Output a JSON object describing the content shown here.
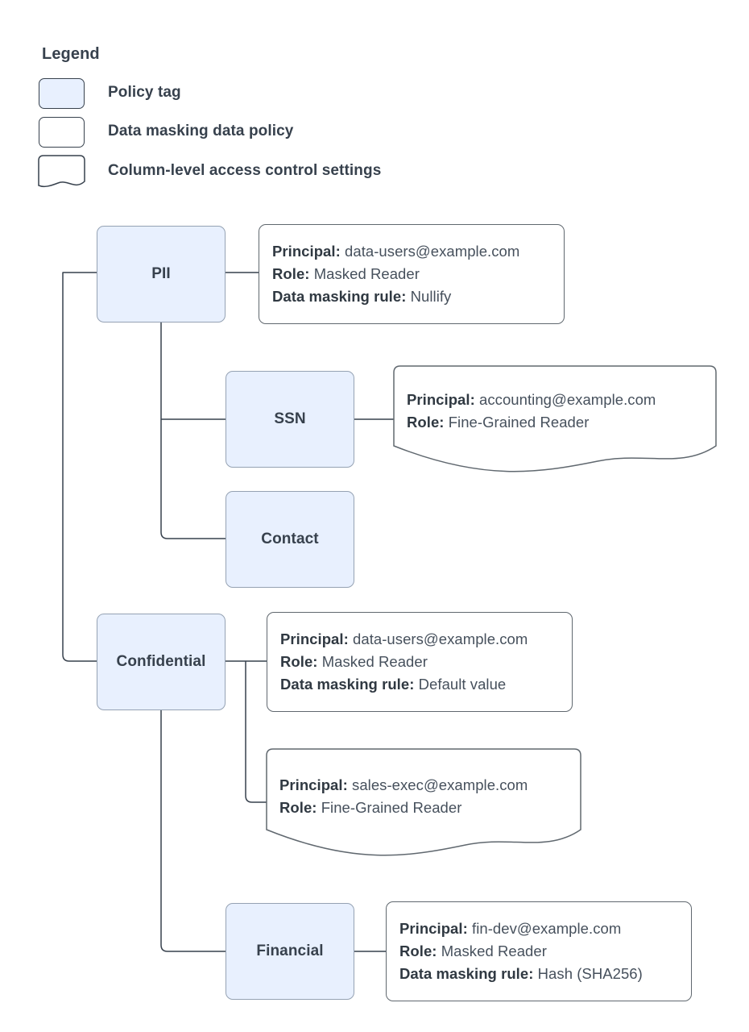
{
  "legend": {
    "title": "Legend",
    "items": [
      {
        "label": "Policy tag",
        "swatch": "filled-rounded-rect",
        "fill": "#e8f0fe"
      },
      {
        "label": "Data masking data policy",
        "swatch": "rounded-rect",
        "fill": "#ffffff"
      },
      {
        "label": "Column-level access control settings",
        "swatch": "wavy-bottom-rect",
        "fill": "#ffffff"
      }
    ]
  },
  "colors": {
    "tag_fill": "#e8f0fe",
    "tag_stroke": "#95a2b3",
    "box_stroke": "#60686f",
    "text": "#37414d",
    "connector": "#37414d"
  },
  "nodes": [
    {
      "id": "pii",
      "label": "PII"
    },
    {
      "id": "ssn",
      "label": "SSN"
    },
    {
      "id": "contact",
      "label": "Contact"
    },
    {
      "id": "confidential",
      "label": "Confidential"
    },
    {
      "id": "financial",
      "label": "Financial"
    }
  ],
  "boxes": {
    "pii_policy": {
      "type": "data-masking-data-policy",
      "lines": [
        {
          "key": "Principal:",
          "value": "data-users@example.com"
        },
        {
          "key": "Role:",
          "value": "Masked Reader"
        },
        {
          "key": "Data masking rule:",
          "value": "Nullify"
        }
      ]
    },
    "ssn_policy": {
      "type": "column-level-access-control-settings",
      "lines": [
        {
          "key": "Principal:",
          "value": "accounting@example.com"
        },
        {
          "key": "Role:",
          "value": "Fine-Grained Reader"
        }
      ]
    },
    "confidential_policy": {
      "type": "data-masking-data-policy",
      "lines": [
        {
          "key": "Principal:",
          "value": "data-users@example.com"
        },
        {
          "key": "Role:",
          "value": "Masked Reader"
        },
        {
          "key": "Data masking rule:",
          "value": "Default value"
        }
      ]
    },
    "confidential_access": {
      "type": "column-level-access-control-settings",
      "lines": [
        {
          "key": "Principal:",
          "value": "sales-exec@example.com"
        },
        {
          "key": "Role:",
          "value": "Fine-Grained Reader"
        }
      ]
    },
    "financial_policy": {
      "type": "data-masking-data-policy",
      "lines": [
        {
          "key": "Principal:",
          "value": "fin-dev@example.com"
        },
        {
          "key": "Role:",
          "value": "Masked Reader"
        },
        {
          "key": "Data masking rule:",
          "value": "Hash (SHA256)"
        }
      ]
    }
  },
  "hierarchy": [
    {
      "parent": "pii",
      "children": [
        "ssn",
        "contact"
      ]
    },
    {
      "parent": "confidential",
      "children": [
        "financial"
      ]
    },
    {
      "parent": "root-trunk",
      "children": [
        "pii",
        "confidential"
      ]
    }
  ]
}
